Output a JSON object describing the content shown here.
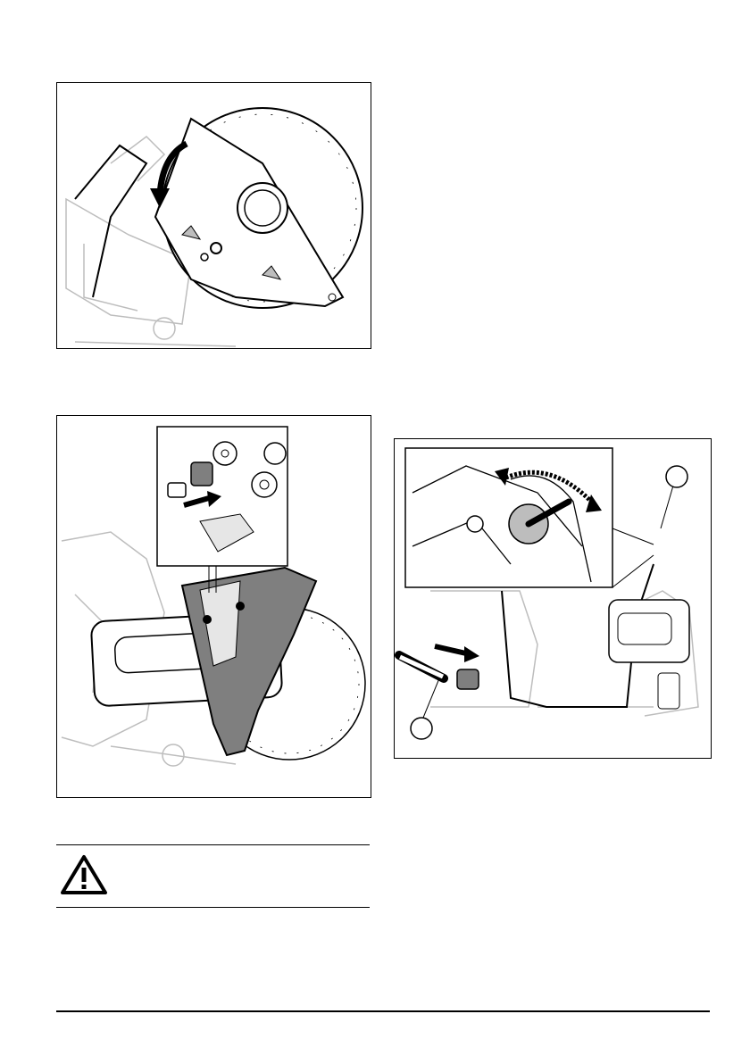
{
  "figures": [
    {
      "id": "blade-guard-rotate",
      "callouts": []
    },
    {
      "id": "guard-flange-assembly",
      "callouts": [
        ""
      ]
    },
    {
      "id": "guard-adjust-inset",
      "callouts": [
        "",
        ""
      ]
    }
  ],
  "warning": {
    "icon": "warning-triangle-icon"
  },
  "colors": {
    "line": "#000000",
    "shade": "#d9d9d9",
    "page": "#ffffff"
  }
}
